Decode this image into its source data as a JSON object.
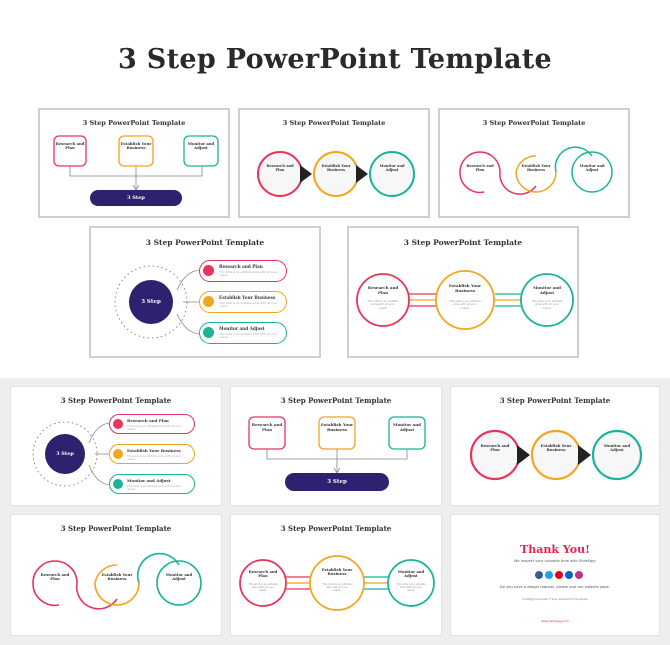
{
  "page_title": "3 Step PowerPoint Template",
  "slide_title": "3 Step PowerPoint Template",
  "steps": [
    {
      "label": "Research and Plan",
      "color": "#e8345a"
    },
    {
      "label": "Establish Your Business",
      "color": "#f3a51d"
    },
    {
      "label": "Monitor and Adjust",
      "color": "#1bb39a"
    }
  ],
  "center_label": "3 Step",
  "desc": "This slide is an editable slide with all your needs.",
  "colors": {
    "navy": "#2c2270",
    "red": "#e8345a",
    "orange": "#f3a51d",
    "teal": "#1bb39a"
  },
  "thank_you": {
    "title": "Thank You!",
    "line1": "We respect your valuable time with SlideEgg!",
    "line2": "Do you have a design request, please visit our website page.",
    "note": "SlideEgg template 3 Step PowerPoint Template",
    "url": "www.slideegg.com"
  }
}
